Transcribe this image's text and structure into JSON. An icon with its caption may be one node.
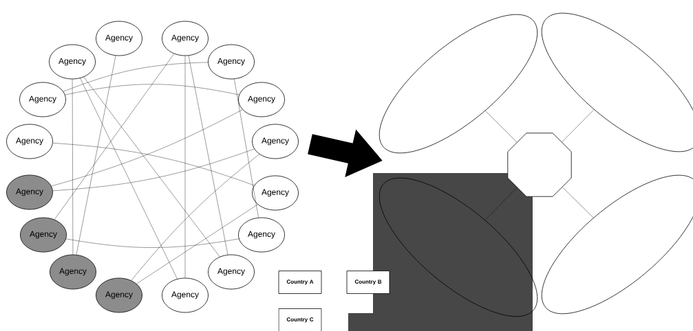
{
  "diagram": {
    "nodes": [
      {
        "text": [
          "Agency"
        ]
      },
      {
        "text": [
          "Agency"
        ]
      },
      {
        "text": [
          "Agency"
        ]
      },
      {
        "text": [
          "Agency"
        ]
      },
      {
        "text": [
          "Agency"
        ]
      },
      {
        "text": [
          "Agency"
        ]
      },
      {
        "text": [
          "Agency"
        ]
      },
      {
        "text": [
          "Agency"
        ]
      },
      {
        "text": [
          "Agency"
        ]
      },
      {
        "text": [
          "Agency"
        ]
      },
      {
        "text": [
          "Agency"
        ]
      },
      {
        "text": [
          "Agency"
        ]
      },
      {
        "text": [
          "Agency"
        ]
      },
      {
        "text": [
          "Agency"
        ]
      },
      {
        "text": [
          "Agency"
        ]
      },
      {
        "text": [
          "Agency"
        ]
      },
      {
        "text": [],
        "shape": "ellipse"
      },
      {
        "text": [],
        "shape": "ellipse"
      },
      {
        "text": [],
        "shape": "octagon"
      },
      {
        "text": [],
        "shape": "ellipse"
      },
      {
        "text": [],
        "shape": "ellipse"
      },
      {
        "text": [
          "Country A"
        ]
      },
      {
        "text": [
          "Country B"
        ]
      },
      {
        "text": [
          "Country C"
        ]
      }
    ],
    "edges": [
      {
        "from": 0,
        "to": 12,
        "arrow": "none"
      },
      {
        "from": 1,
        "to": 10,
        "arrow": "none"
      },
      {
        "from": 1,
        "to": 15,
        "arrow": "none"
      },
      {
        "from": 1,
        "to": 13,
        "arrow": "none"
      },
      {
        "from": 2,
        "to": 12,
        "arrow": "none"
      },
      {
        "from": 2,
        "to": 15,
        "arrow": "none"
      },
      {
        "from": 2,
        "to": 13,
        "arrow": "none"
      },
      {
        "from": 3,
        "to": 4,
        "arrow": "none"
      },
      {
        "from": 3,
        "to": 11,
        "arrow": "none"
      },
      {
        "from": 4,
        "to": 5,
        "arrow": "none"
      },
      {
        "from": 5,
        "to": 8,
        "arrow": "none"
      },
      {
        "from": 6,
        "to": 9,
        "arrow": "none"
      },
      {
        "from": 7,
        "to": 8,
        "arrow": "none"
      },
      {
        "from": 7,
        "to": 14,
        "arrow": "none"
      },
      {
        "from": 9,
        "to": 14,
        "arrow": "none"
      },
      {
        "from": 10,
        "to": 11,
        "arrow": "none"
      },
      {
        "from": 16,
        "to": 18,
        "arrow": "none"
      },
      {
        "from": 17,
        "to": 18,
        "arrow": "none"
      },
      {
        "from": 19,
        "to": 18,
        "arrow": "none"
      },
      {
        "from": 20,
        "to": 18,
        "arrow": "none"
      },
      {
        "from": 7,
        "to": 16,
        "arrow": "to",
        "style": "thick"
      }
    ]
  }
}
